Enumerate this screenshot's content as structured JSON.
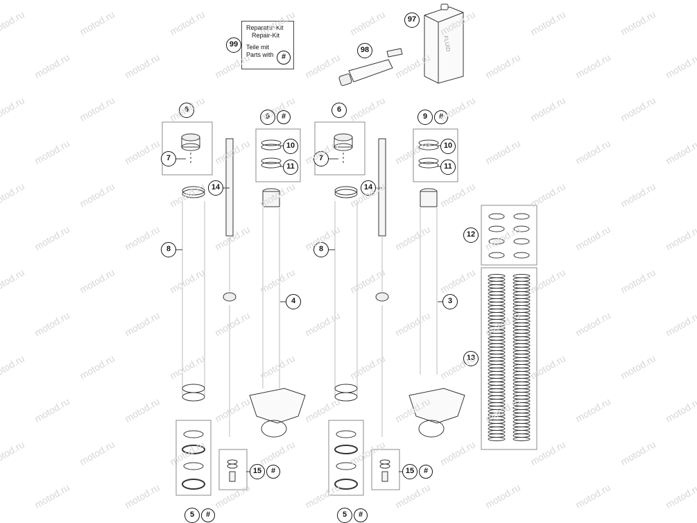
{
  "watermark": "motod.ru",
  "kit_box": {
    "line1": "Reparatur-Kit",
    "line2": "Repair-Kit",
    "line3": "Teile mit",
    "line4": "Parts with",
    "hash": "#"
  },
  "hash_symbol": "#",
  "callouts": {
    "c99": "99",
    "c98": "98",
    "c97": "97",
    "c6a": "6",
    "c7a": "7",
    "c8a": "8",
    "c9a": "9",
    "c10a": "10",
    "c11a": "11",
    "c14a": "14",
    "c4": "4",
    "c5a": "5",
    "c15a": "15",
    "c6b": "6",
    "c7b": "7",
    "c8b": "8",
    "c9b": "9",
    "c10b": "10",
    "c11b": "11",
    "c14b": "14",
    "c3": "3",
    "c5b": "5",
    "c15b": "15",
    "c12": "12",
    "c13": "13"
  },
  "fluid_label": "FLUID"
}
